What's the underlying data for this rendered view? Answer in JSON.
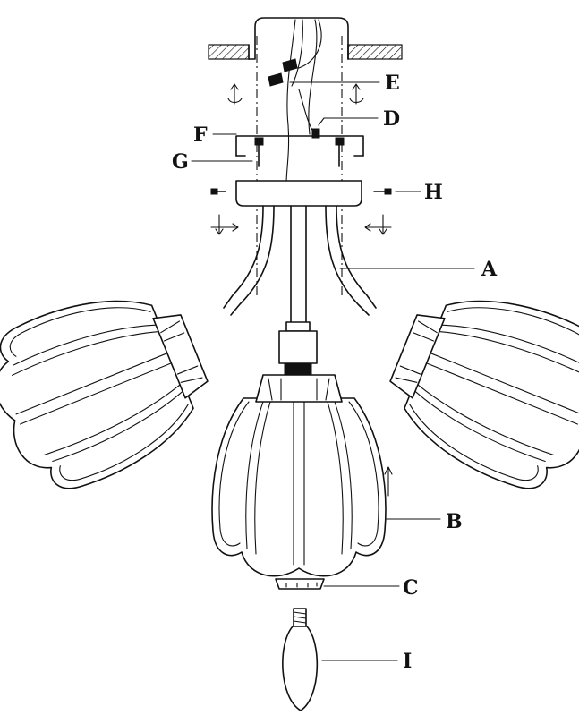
{
  "callouts": [
    {
      "key": "E",
      "label": "E"
    },
    {
      "key": "D",
      "label": "D"
    },
    {
      "key": "F",
      "label": "F"
    },
    {
      "key": "G",
      "label": "G"
    },
    {
      "key": "H",
      "label": "H"
    },
    {
      "key": "A",
      "label": "A"
    },
    {
      "key": "B",
      "label": "B"
    },
    {
      "key": "C",
      "label": "C"
    },
    {
      "key": "I",
      "label": "I"
    }
  ],
  "colors": {
    "line": "#111111",
    "background": "#ffffff"
  }
}
